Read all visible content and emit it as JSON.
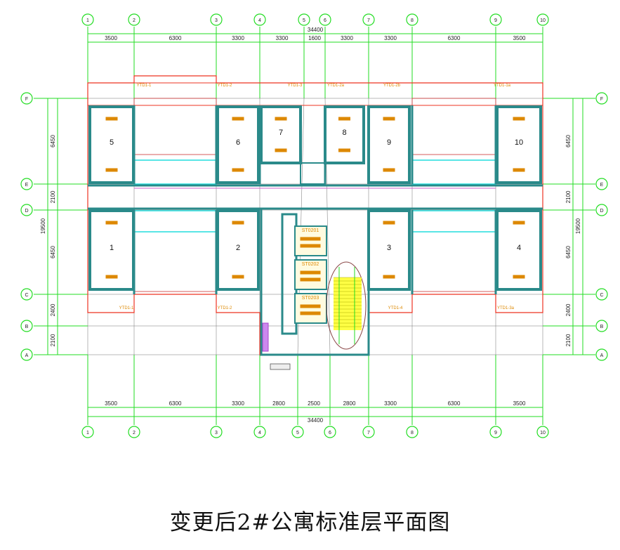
{
  "title": "变更后2#公寓标准层平面图",
  "axes": {
    "columns": [
      "1",
      "2",
      "3",
      "4",
      "5",
      "6",
      "7",
      "8",
      "9",
      "10"
    ],
    "rows": [
      "F",
      "E",
      "D",
      "C",
      "B",
      "A"
    ]
  },
  "dimensions": {
    "top_total": "34400",
    "top_segments": [
      "3500",
      "6300",
      "3300",
      "3300",
      "1600",
      "3300",
      "3300",
      "6300",
      "3500"
    ],
    "bottom_total": "34400",
    "bottom_segments": [
      "3500",
      "6300",
      "3300",
      "2800",
      "2500",
      "2800",
      "3300",
      "6300",
      "3500"
    ],
    "side_total": "19500",
    "side_segments": [
      "6450",
      "2100",
      "6450",
      "2400",
      "2100"
    ]
  },
  "rooms": {
    "top": [
      "5",
      "6",
      "7",
      "8",
      "9",
      "10"
    ],
    "bottom": [
      "1",
      "2",
      "3",
      "4"
    ]
  },
  "stair_units": [
    "ST0201",
    "ST0202",
    "ST0203"
  ],
  "balcony_tags": [
    "YTD1-1",
    "YTD1-2",
    "YTD1-3",
    "YTD1-2a",
    "YTD1-2b",
    "YTD1-1a",
    "YTD1-1",
    "YTD1-2",
    "YTD1-4",
    "YTD1-3a"
  ],
  "colors": {
    "grid": "#22dd22",
    "wall": "#2a8a8a",
    "outline": "#ee3322",
    "label": "#dd8800",
    "cyan": "#22dddd",
    "stair": "#ffff44"
  }
}
